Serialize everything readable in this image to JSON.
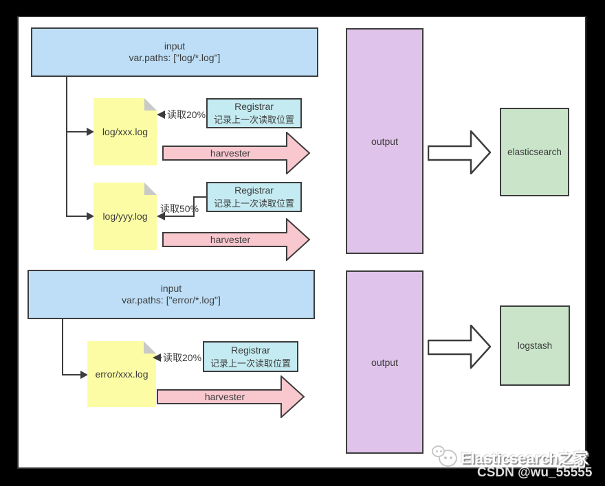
{
  "sections": {
    "top": {
      "input": {
        "title": "input",
        "path_line": "var.paths: [\"log/*.log\"]"
      },
      "file1": {
        "name": "log/xxx.log",
        "read_progress": "读取20%",
        "registrar": {
          "title": "Registrar",
          "subtitle": "记录上一次读取位置"
        },
        "harvester": "harvester"
      },
      "file2": {
        "name": "log/yyy.log",
        "read_progress": "读取50%",
        "registrar": {
          "title": "Registrar",
          "subtitle": "记录上一次读取位置"
        },
        "harvester": "harvester"
      },
      "output_label": "output",
      "destination": "elasticsearch"
    },
    "bottom": {
      "input": {
        "title": "input",
        "path_line": "var.paths: [\"error/*.log\"]"
      },
      "file1": {
        "name": "error/xxx.log",
        "read_progress": "读取20%",
        "registrar": {
          "title": "Registrar",
          "subtitle": "记录上一次读取位置"
        },
        "harvester": "harvester"
      },
      "output_label": "output",
      "destination": "logstash"
    }
  },
  "watermark": {
    "brand": "Elasticsearch之家",
    "credit": "CSDN @wu_55555",
    "logo_icon": "chat-faces-icon"
  },
  "colors": {
    "frame": "#000000",
    "canvas": "#ffffff",
    "input_fill": "#bddef6",
    "note_fill": "#fcfca5",
    "note_fold": "#c9c9c9",
    "registrar_fill": "#c4ebf1",
    "harvester_fill": "#f9c8ce",
    "output_fill": "#dfc3ea",
    "destination_fill": "#c9e4c9",
    "stroke": "#3c3c3c"
  }
}
